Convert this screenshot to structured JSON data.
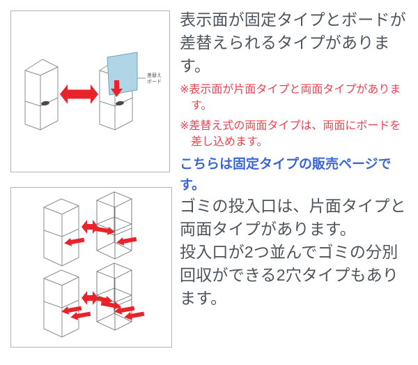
{
  "colors": {
    "body_text": "#4d545b",
    "note_red": "#ef4150",
    "link_blue": "#3b66d8",
    "arrow_red": "#e8232a",
    "board_blue": "#b0d5e7",
    "panel_border": "#b3b3b3"
  },
  "section_fixed": {
    "illustration": {
      "board_label_line1": "差替え",
      "board_label_line2": "ボード"
    },
    "paragraph": "表示面が固定タイプとボードが差替えられるタイプがあります。",
    "notes": [
      "※表示面が片面タイプと両面タイプがあります。",
      "※差替え式の両面タイプは、両面にボードを差し込めます。"
    ],
    "link_text": "こちらは固定タイプの販売ページです。"
  },
  "section_inlet": {
    "paragraph_line1": "ゴミの投入口は、片面タイプと両面タイプがあります。",
    "paragraph_line2": "投入口が2つ並んでゴミの分別回収ができる2穴タイプもあります。"
  }
}
